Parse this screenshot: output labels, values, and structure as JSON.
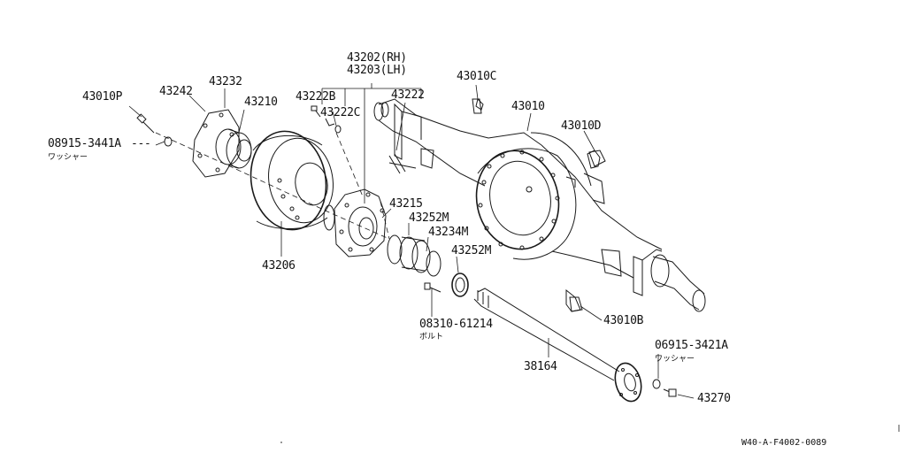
{
  "labels": {
    "p43202": "43202(RH)",
    "p43203": "43203(LH)",
    "p43010C": "43010C",
    "p43010": "43010",
    "p43010D": "43010D",
    "p43010P": "43010P",
    "p43242": "43242",
    "p43232": "43232",
    "p43210": "43210",
    "p43222B": "43222B",
    "p43222C": "43222C",
    "p43222": "43222",
    "p08915_3441A": "08915-3441A",
    "p08915_3441A_sub": "ワッシャー",
    "p43215": "43215",
    "p43252M_a": "43252M",
    "p43234M": "43234M",
    "p43252M_b": "43252M",
    "p43206": "43206",
    "p08310_61214": "08310-61214",
    "p08310_61214_sub": "ボルト",
    "p43010B": "43010B",
    "p06915_3421A": "06915-3421A",
    "p06915_3421A_sub": "ワッシャー",
    "p38164": "38164",
    "p43270": "43270"
  },
  "reference_code": "W40-A-F4002-0089"
}
